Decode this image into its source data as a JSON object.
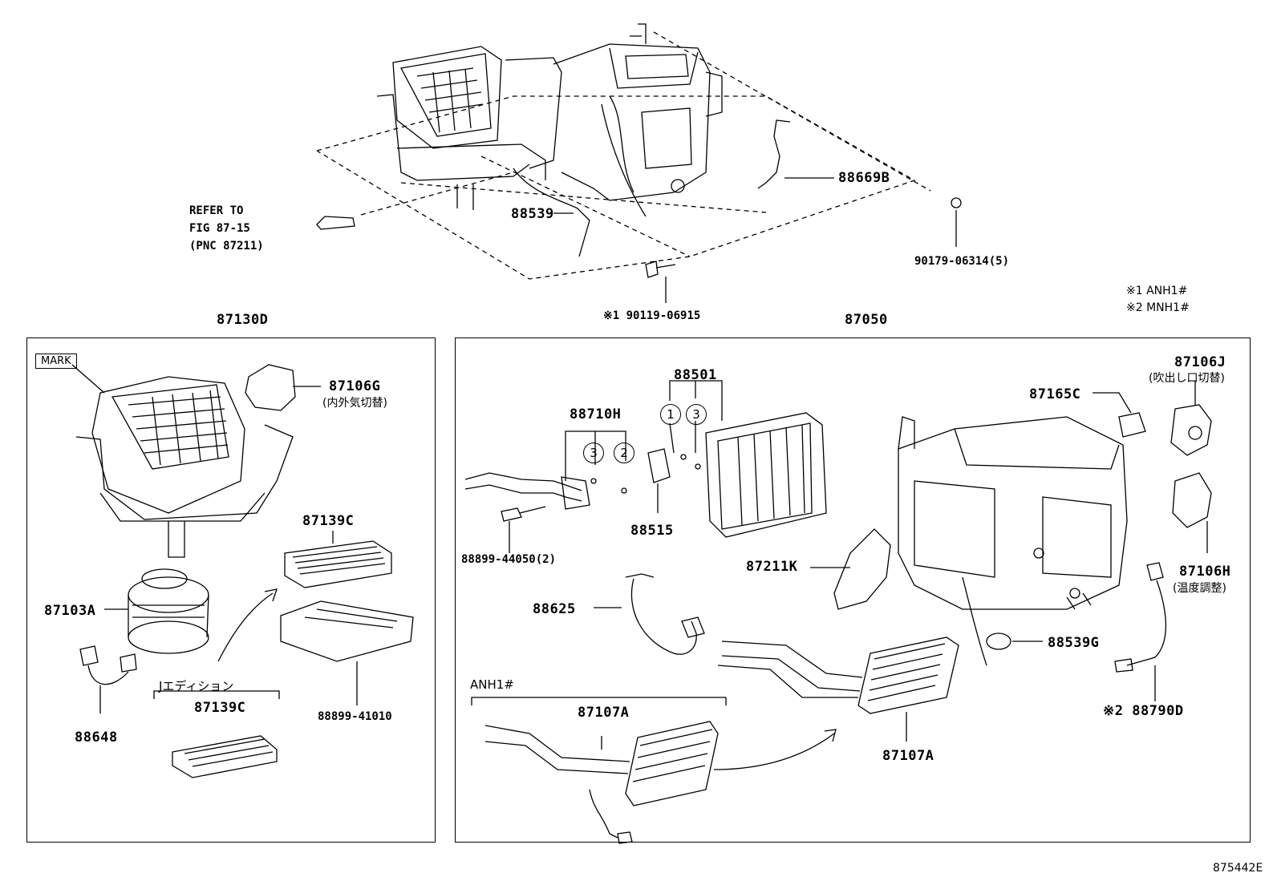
{
  "refer": {
    "line1": "REFER TO",
    "line2": "FIG 87-15",
    "line3": "(PNC 87211)"
  },
  "top_parts": {
    "p88669b": "88669B",
    "p88539": "88539",
    "p90179": "90179-06314(5)",
    "p90119": "※1 90119-06915"
  },
  "notes": {
    "n1": "※1  ANH1#",
    "n2": "※2  MNH1#"
  },
  "left_group": {
    "title": "87130D",
    "mark": "MARK",
    "p87106g": "87106G",
    "p87106g_sub": "(内外気切替)",
    "p87139c_a": "87139C",
    "p87103a": "87103A",
    "p88648": "88648",
    "jedition": "Jエディション",
    "p87139c_b": "87139C",
    "p88899_41010": "88899-41010"
  },
  "right_group": {
    "title": "87050",
    "p88501": "88501",
    "p88710h": "88710H",
    "p88515": "88515",
    "p88899_44050": "88899-44050(2)",
    "p87165c": "87165C",
    "p87106j": "87106J",
    "p87106j_sub": "(吹出し口切替)",
    "p87211k": "87211K",
    "p87106h": "87106H",
    "p87106h_sub": "(温度調整)",
    "p88625": "88625",
    "p88539g": "88539G",
    "p88790d": "※2 88790D",
    "anh1": "ANH1#",
    "p87107a_a": "87107A",
    "p87107a_b": "87107A",
    "c1": "1",
    "c3a": "3",
    "c3b": "3",
    "c2": "2"
  },
  "figure_id": "875442E"
}
